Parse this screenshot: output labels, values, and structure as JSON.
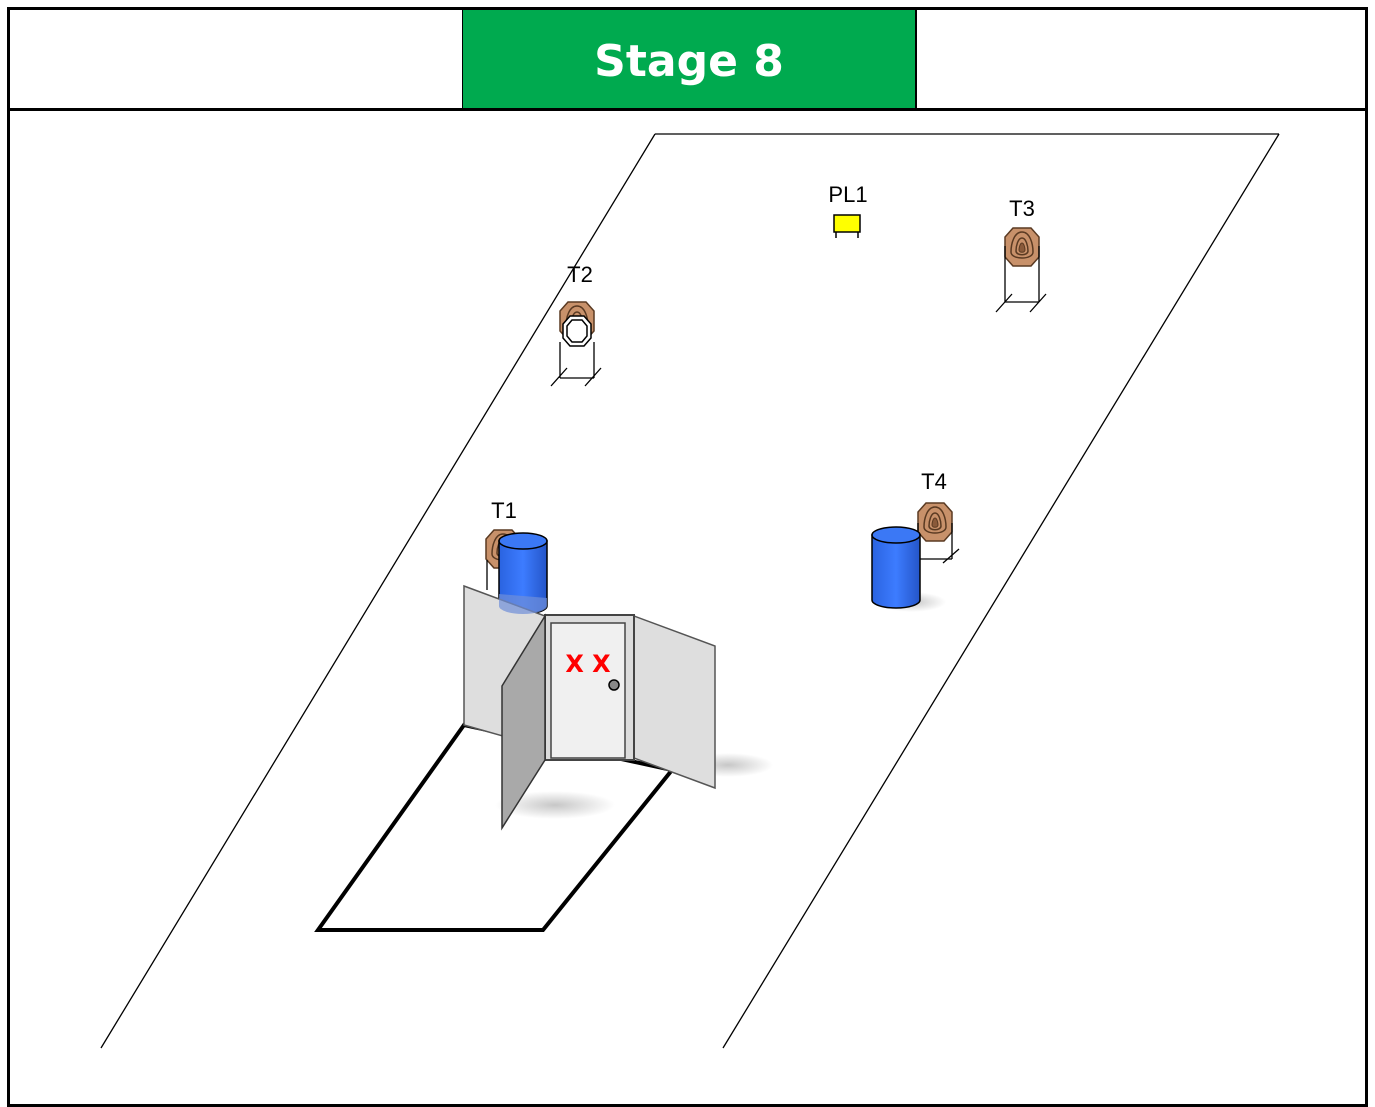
{
  "header": {
    "title": "Stage 8"
  },
  "targets": {
    "t1": "T1",
    "t2": "T2",
    "t3": "T3",
    "t4": "T4",
    "pl1": "PL1"
  },
  "door": {
    "marks": "X X"
  },
  "colors": {
    "header_bg": "#00aa4f",
    "barrel": "#2e6ef0",
    "target": "#c8916a",
    "plate": "#ffff00",
    "marks": "#ff0000"
  }
}
